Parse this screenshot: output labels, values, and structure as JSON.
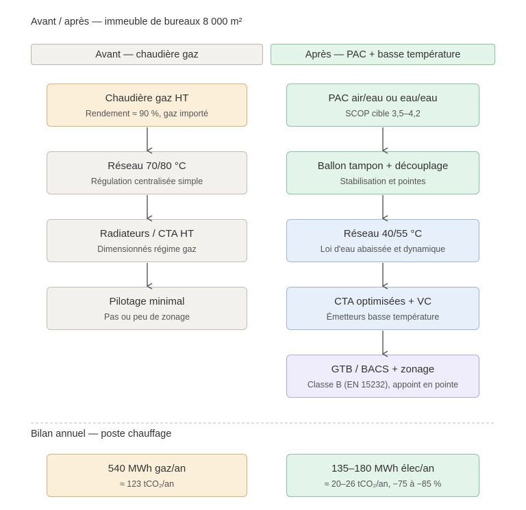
{
  "title": "Avant / après — immeuble de bureaux 8 000 m²",
  "columns": {
    "before": {
      "header": "Avant — chaudière gaz"
    },
    "after": {
      "header": "Après — PAC + basse température"
    }
  },
  "before_steps": [
    {
      "main": "Chaudière gaz HT",
      "sub": "Rendement ≈ 90 %, gaz importé"
    },
    {
      "main": "Réseau 70/80 °C",
      "sub": "Régulation centralisée simple"
    },
    {
      "main": "Radiateurs / CTA HT",
      "sub": "Dimensionnés régime gaz"
    },
    {
      "main": "Pilotage minimal",
      "sub": "Pas ou peu de zonage"
    }
  ],
  "after_steps": [
    {
      "main": "PAC air/eau ou eau/eau",
      "sub": "SCOP cible 3,5–4,2"
    },
    {
      "main": "Ballon tampon + découplage",
      "sub": "Stabilisation et pointes"
    },
    {
      "main": "Réseau 40/55 °C",
      "sub": "Loi d'eau abaissée et dynamique"
    },
    {
      "main": "CTA optimisées + VC",
      "sub": "Émetteurs basse température"
    },
    {
      "main": "GTB / BACS + zonage",
      "sub": "Classe B (EN 15232), appoint en pointe"
    }
  ],
  "summary": {
    "title": "Bilan annuel — poste chauffage",
    "before": {
      "main": "540 MWh gaz/an",
      "sub": "≈ 123 tCO₂/an"
    },
    "after": {
      "main": "135–180 MWh élec/an",
      "sub": "≈ 20–26 tCO₂/an, −75 à −85 %"
    }
  },
  "colors": {
    "beige": "#f2f1ee",
    "orange": "#fcefd9",
    "green": "#e3f4ea",
    "blue": "#e7f0fa",
    "purple": "#efedfb",
    "arrow": "#555555",
    "divider": "#bdbdbd"
  }
}
